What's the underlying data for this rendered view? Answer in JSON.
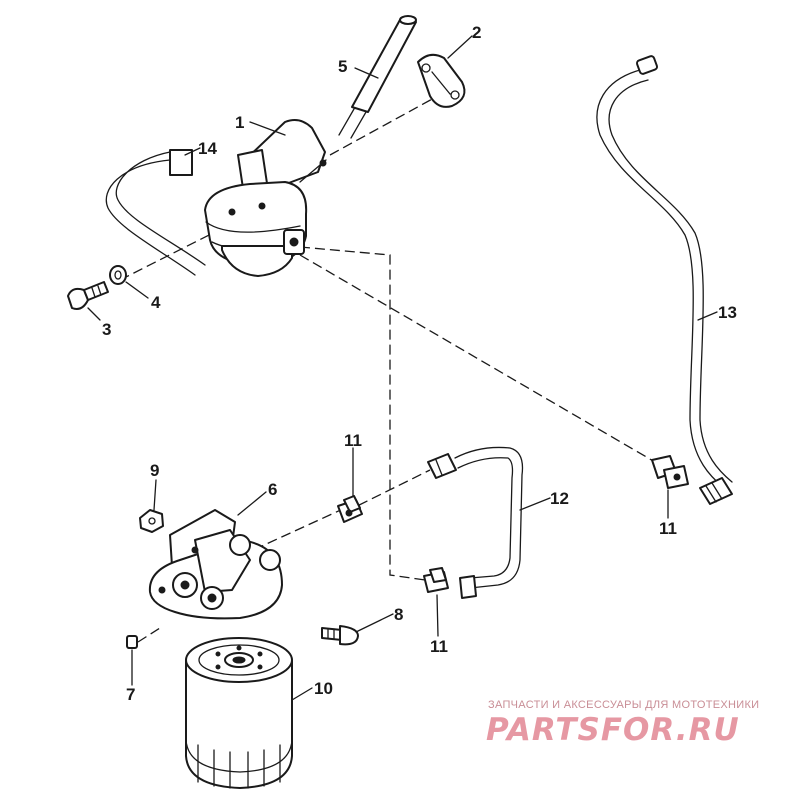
{
  "callouts": {
    "c1": "1",
    "c2": "2",
    "c3": "3",
    "c4": "4",
    "c5": "5",
    "c6": "6",
    "c7": "7",
    "c8": "8",
    "c9": "9",
    "c10": "10",
    "c11a": "11",
    "c11b": "11",
    "c11c": "11",
    "c12": "12",
    "c13": "13",
    "c14": "14"
  },
  "watermark": {
    "tagline": "ЗАПЧАСТИ И АКСЕССУАРЫ ДЛЯ МОТОТЕХНИКИ",
    "logo": "PARTSFOR.RU"
  },
  "colors": {
    "line": "#1a1a1a",
    "background": "#ffffff",
    "watermark": "#de7684"
  }
}
